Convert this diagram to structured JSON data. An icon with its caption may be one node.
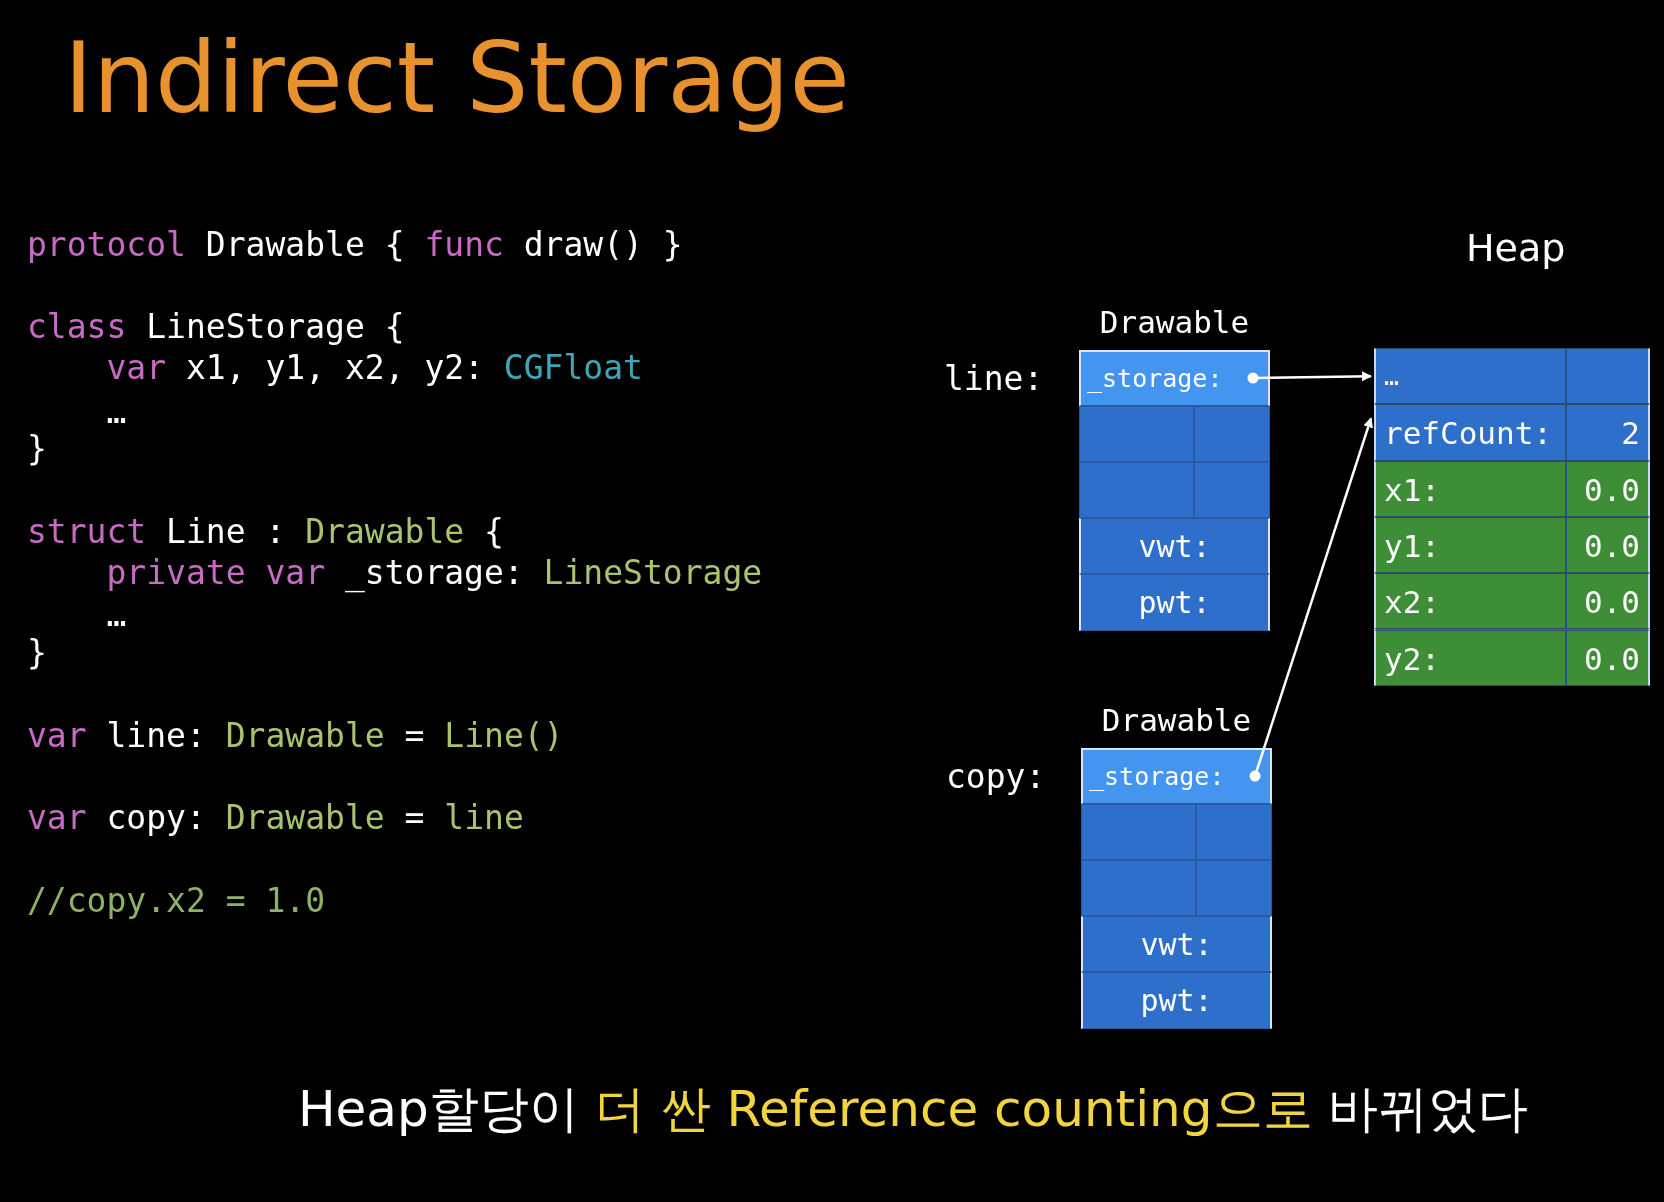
{
  "diagram": {
    "title": "Indirect Storage",
    "nodes": [
      {
        "text": [
          "Drawable"
        ],
        "beside": [
          "line:"
        ]
      },
      {
        "text": [
          "_storage:"
        ],
        "in": 0
      },
      {
        "text": [],
        "shape": "box",
        "in": 0
      },
      {
        "text": [],
        "shape": "box",
        "in": 0
      },
      {
        "text": [],
        "shape": "box",
        "in": 0
      },
      {
        "text": [],
        "shape": "box",
        "in": 0
      },
      {
        "text": [
          "vwt:"
        ],
        "in": 0
      },
      {
        "text": [
          "pwt:"
        ],
        "in": 0
      },
      {
        "text": [
          "Heap"
        ]
      },
      {
        "text": [
          "…"
        ],
        "in": 8
      },
      {
        "text": [
          "refCount:",
          "2"
        ],
        "in": 8
      },
      {
        "text": [
          "x1:",
          "0.0"
        ],
        "in": 8
      },
      {
        "text": [
          "y1:",
          "0.0"
        ],
        "in": 8
      },
      {
        "text": [
          "x2:",
          "0.0"
        ],
        "in": 8
      },
      {
        "text": [
          "y2:",
          "0.0"
        ],
        "in": 8
      },
      {
        "text": [
          "Drawable"
        ],
        "beside": [
          "copy:"
        ]
      },
      {
        "text": [
          "_storage:"
        ],
        "in": 15
      },
      {
        "text": [],
        "shape": "box",
        "in": 15
      },
      {
        "text": [],
        "shape": "box",
        "in": 15
      },
      {
        "text": [],
        "shape": "box",
        "in": 15
      },
      {
        "text": [],
        "shape": "box",
        "in": 15
      },
      {
        "text": [
          "vwt:"
        ],
        "in": 15
      },
      {
        "text": [
          "pwt:"
        ],
        "in": 15
      }
    ],
    "edges": [
      {
        "from": 1,
        "to": 9,
        "arrow": "to"
      },
      {
        "from": 16,
        "to": 10,
        "arrow": "to"
      }
    ],
    "labels": [
      "protocol",
      "Drawable {",
      "func",
      "draw() }",
      "class",
      "LineStorage {",
      "var",
      "x1, y1, x2, y2:",
      "CGFloat",
      "…",
      "}",
      "struct",
      "Line :",
      "Drawable",
      "{",
      "private var",
      "_storage:",
      "LineStorage",
      "…",
      "}",
      "var",
      "line:",
      "Drawable",
      "=",
      "Line()",
      "var",
      "copy:",
      "Drawable",
      "=",
      "line",
      "//copy.x2 = 1.0",
      "Heap할당이",
      "더 싼 Reference counting으로",
      "바뀌었다"
    ]
  }
}
